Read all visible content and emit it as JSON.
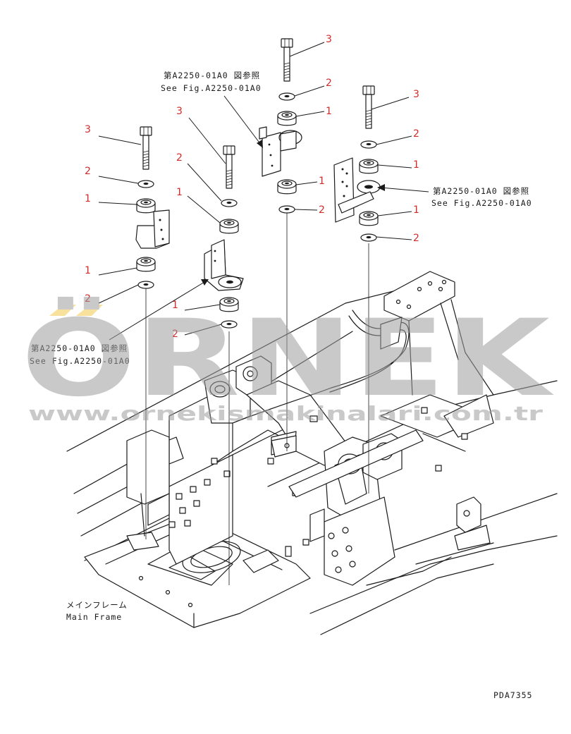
{
  "labels": {
    "ref_jp": "第A2250-01A0 図参照",
    "ref_en": "See Fig.A2250-01A0",
    "main_frame_jp": "メインフレーム",
    "main_frame_en": "Main Frame",
    "drawing_code": "PDA7355",
    "watermark_brand": "ÖRNEK",
    "watermark_url": "www.ornekismakinalari.com.tr"
  },
  "callouts": {
    "cushion": "1",
    "washer": "2",
    "bolt": "3"
  },
  "colors": {
    "line": "#1a1a1a",
    "callout": "#d42a2a",
    "watermark": "#bdbdbd",
    "watermark_accent": "#f2c94c"
  }
}
